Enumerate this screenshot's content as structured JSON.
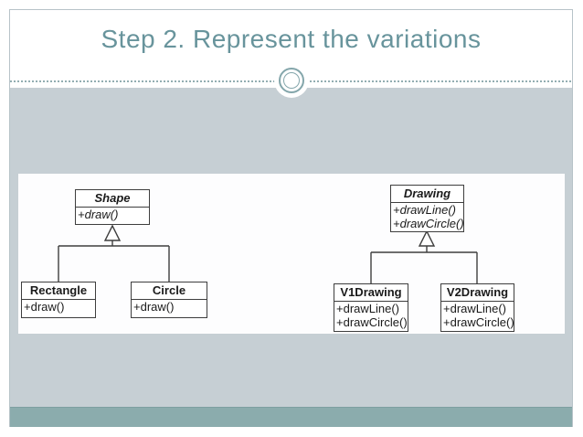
{
  "slide": {
    "title": "Step 2. Represent the variations"
  },
  "colors": {
    "title_text": "#68949c",
    "frame_border": "#b7c3c8",
    "divider_dots": "#93aeb2",
    "ornament_ring": "#84a6ab",
    "body_background": "#c6cfd4",
    "footer_bar": "#8bacad",
    "diagram_line": "#3e3e3e",
    "panel_background": "#fdfdfe"
  },
  "ornament": {
    "icon": "double-circle-ornament"
  },
  "uml": {
    "left": {
      "parent": {
        "name": "Shape",
        "methods": [
          "+draw()"
        ]
      },
      "children": [
        {
          "name": "Rectangle",
          "methods": [
            "+draw()"
          ]
        },
        {
          "name": "Circle",
          "methods": [
            "+draw()"
          ]
        }
      ]
    },
    "right": {
      "parent": {
        "name": "Drawing",
        "methods": [
          "+drawLine()",
          "+drawCircle()"
        ]
      },
      "children": [
        {
          "name": "V1Drawing",
          "methods": [
            "+drawLine()",
            "+drawCircle()"
          ]
        },
        {
          "name": "V2Drawing",
          "methods": [
            "+drawLine()",
            "+drawCircle()"
          ]
        }
      ]
    }
  }
}
